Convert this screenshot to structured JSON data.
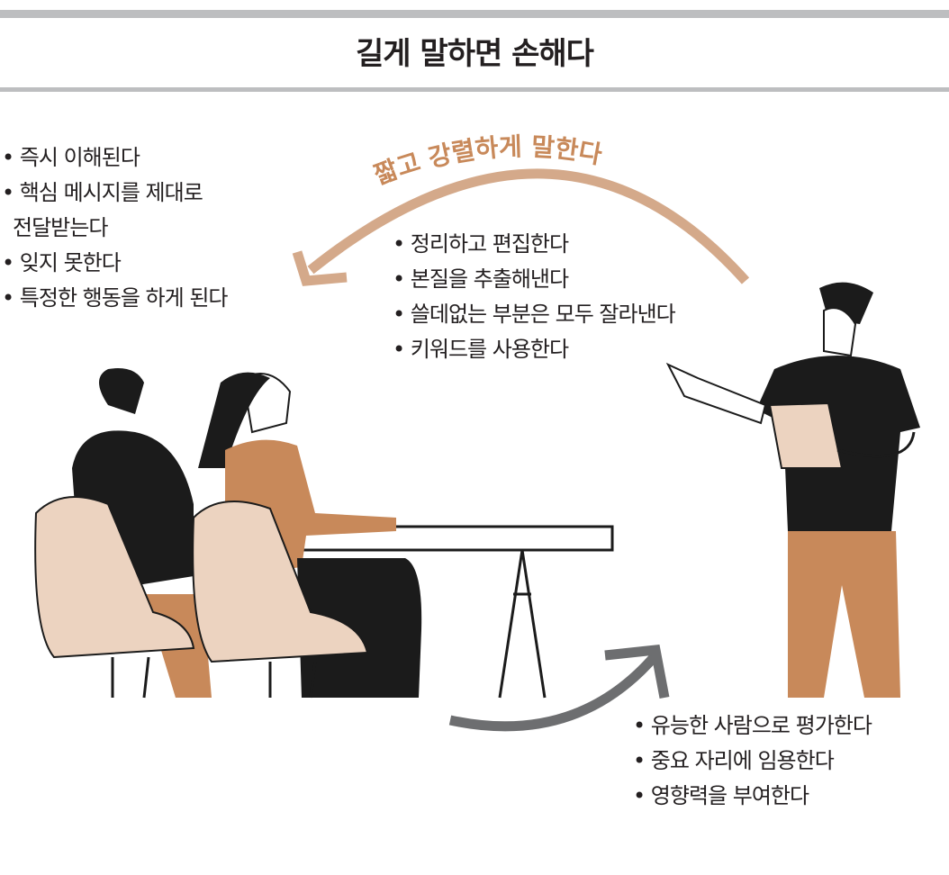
{
  "title": "길게 말하면 손해다",
  "arc_label": "짧고 강렬하게 말한다",
  "left_list": [
    "즉시 이해된다",
    "핵심 메시지를 제대로",
    "전달받는다",
    "잊지 못한다",
    "특정한 행동을 하게 된다"
  ],
  "middle_list": [
    "정리하고 편집한다",
    "본질을 추출해낸다",
    "쓸데없는 부분은 모두 잘라낸다",
    "키워드를 사용한다"
  ],
  "bottom_list": [
    "유능한 사람으로 평가한다",
    "중요 자리에 임용한다",
    "영향력을 부여한다"
  ],
  "colors": {
    "arc": "#d4a98a",
    "gray_arrow": "#6d6e70",
    "brown": "#c8895a",
    "beige": "#ecd3c0",
    "black": "#1b1b1b"
  }
}
